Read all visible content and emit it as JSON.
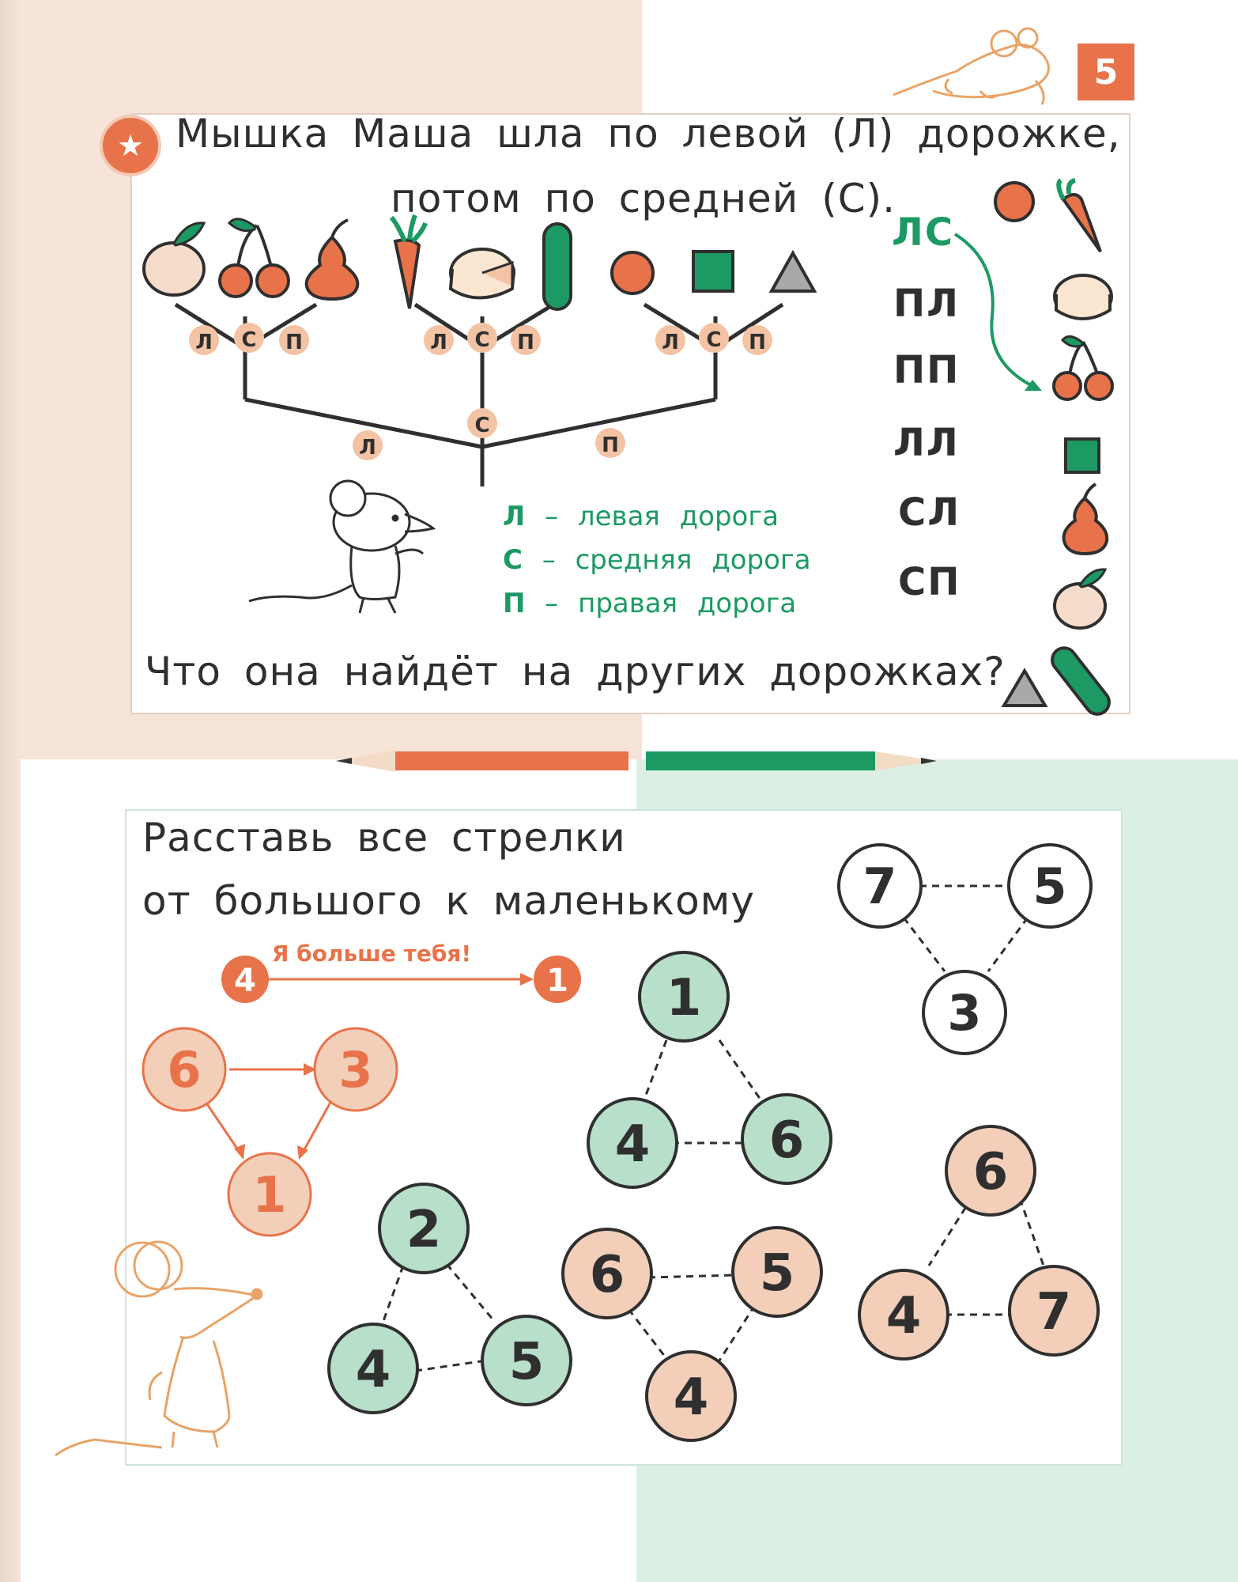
{
  "page": {
    "number": "5"
  },
  "task1": {
    "line1": "Мышка Маша шла по левой (Л) дорожке,",
    "line2": "потом по средней (С).",
    "question": "Что она найдёт на других дорожках?",
    "branch_labels": [
      "Л",
      "С",
      "П"
    ],
    "legend": [
      {
        "letter": "Л",
        "dash": "–",
        "text": "левая дорога"
      },
      {
        "letter": "С",
        "dash": "–",
        "text": "средняя дорога"
      },
      {
        "letter": "П",
        "dash": "–",
        "text": "правая дорога"
      }
    ],
    "codes": [
      "ЛС",
      "ПЛ",
      "ПП",
      "ЛЛ",
      "СЛ",
      "СП"
    ],
    "tree_items": [
      "apple-icon",
      "cherry-icon",
      "pear-icon",
      "carrot-icon",
      "cheese-icon",
      "cucumber-icon",
      "circle-shape-icon",
      "square-shape-icon",
      "triangle-shape-icon"
    ],
    "answer_items": [
      "circle-shape-icon",
      "carrot-icon",
      "cheese-icon",
      "cherry-icon",
      "square-shape-icon",
      "pear-icon",
      "apple-icon",
      "triangle-shape-icon",
      "cucumber-icon"
    ],
    "colors": {
      "accent": "#e8734a",
      "green": "#1d9a63",
      "node": "#f3c3a4"
    }
  },
  "task2": {
    "line1": "Расставь все стрелки",
    "line2": "от большого к маленькому",
    "example_speech": "Я больше тебя!",
    "example_pair": [
      "4",
      "1"
    ],
    "example_triangle": [
      "6",
      "3",
      "1"
    ],
    "puzzle_top_right": [
      "7",
      "5",
      "3"
    ],
    "puzzle_mint_triangle": [
      "1",
      "4",
      "6"
    ],
    "puzzle_mint_small": [
      "2",
      "4",
      "5"
    ],
    "puzzle_peach_diamond": [
      "6",
      "5",
      "4"
    ],
    "puzzle_peach_triangle": [
      "6",
      "4",
      "7"
    ],
    "colors": {
      "mint": "#b7dfca",
      "peach": "#f3cfba",
      "accent": "#e8734a"
    }
  }
}
